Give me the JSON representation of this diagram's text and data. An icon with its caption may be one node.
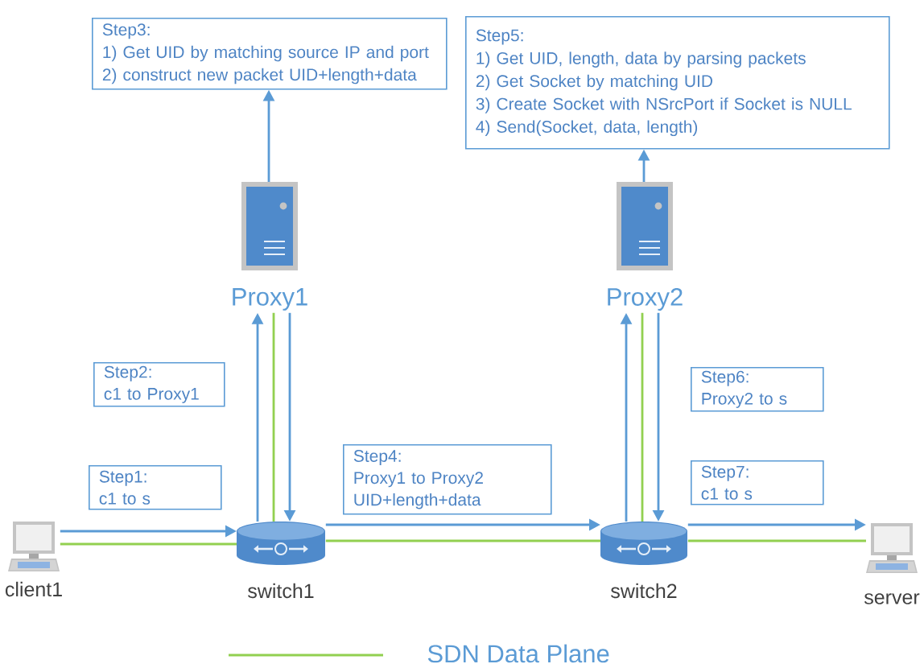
{
  "diagram": {
    "nodes": [
      {
        "text": [
          "Step3:",
          "1) Get UID by matching source IP and port",
          "2) construct new packet UID+length+data"
        ]
      },
      {
        "text": [
          "Step5:",
          "1) Get UID, length, data by parsing packets",
          "2) Get Socket by matching UID",
          "3) Create Socket with NSrcPort if Socket is NULL",
          "4) Send(Socket, data, length)"
        ]
      },
      {
        "text": [
          "Proxy1"
        ]
      },
      {
        "text": [
          "Proxy2"
        ]
      },
      {
        "text": [
          "Step2:",
          "c1 to Proxy1"
        ]
      },
      {
        "text": [
          "Step6:",
          "Proxy2 to s"
        ]
      },
      {
        "text": [
          "Step4:",
          "Proxy1 to Proxy2",
          "UID+length+data"
        ]
      },
      {
        "text": [
          "Step7:",
          "c1 to s"
        ]
      },
      {
        "text": [
          "Step1:",
          "c1 to s"
        ]
      },
      {
        "text": [
          "client1"
        ]
      },
      {
        "text": [
          "switch1"
        ]
      },
      {
        "text": [
          "switch2"
        ]
      },
      {
        "text": [
          "server"
        ]
      }
    ],
    "edges": [
      {
        "from": 9,
        "to": 10,
        "arrow": "to"
      },
      {
        "from": 9,
        "to": 10,
        "arrow": "none",
        "color": "#92d050"
      },
      {
        "from": 10,
        "to": 2,
        "arrow": "to"
      },
      {
        "from": 2,
        "to": 0,
        "arrow": "to"
      },
      {
        "from": 2,
        "to": 10,
        "arrow": "to"
      },
      {
        "from": 10,
        "to": 2,
        "arrow": "none",
        "color": "#92d050"
      },
      {
        "from": 10,
        "to": 11,
        "arrow": "to"
      },
      {
        "from": 10,
        "to": 11,
        "arrow": "none",
        "color": "#92d050"
      },
      {
        "from": 11,
        "to": 3,
        "arrow": "to"
      },
      {
        "from": 3,
        "to": 1,
        "arrow": "to"
      },
      {
        "from": 3,
        "to": 11,
        "arrow": "to"
      },
      {
        "from": 11,
        "to": 3,
        "arrow": "none",
        "color": "#92d050"
      },
      {
        "from": 11,
        "to": 12,
        "arrow": "to"
      },
      {
        "from": 11,
        "to": 12,
        "arrow": "none",
        "color": "#92d050"
      }
    ],
    "legend": [
      {
        "text": "SDN Data Plane"
      }
    ]
  }
}
